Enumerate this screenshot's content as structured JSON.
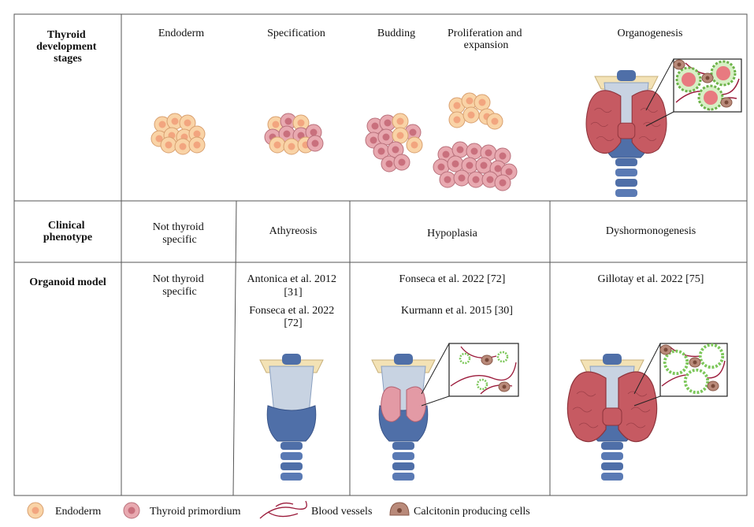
{
  "rows": {
    "stages": [
      "Thyroid",
      "development",
      "stages"
    ],
    "phenotype": [
      "Clinical",
      "phenotype"
    ],
    "organoid": [
      "Organoid model"
    ]
  },
  "stages": {
    "endoderm": "Endoderm",
    "specification": "Specification",
    "budding": "Budding",
    "proliferation": [
      "Proliferation and",
      "expansion"
    ],
    "organogenesis": "Organogenesis"
  },
  "phenotypes": {
    "not_specific": [
      "Not thyroid",
      "specific"
    ],
    "athyreosis": "Athyreosis",
    "hypoplasia": "Hypoplasia",
    "dyshormonogenesis": "Dyshormonogenesis"
  },
  "models": {
    "not_specific": [
      "Not thyroid",
      "specific"
    ],
    "antonica": [
      "Antonica et al. 2012",
      "[31]"
    ],
    "fonseca_col2": [
      "Fonseca et al. 2022",
      "[72]"
    ],
    "fonseca_col3": "Fonseca et al. 2022 [72]",
    "kurmann": "Kurmann et al. 2015 [30]",
    "gillotay": "Gillotay et al. 2022 [75]"
  },
  "legend": {
    "endoderm": "Endoderm",
    "primordium": "Thyroid primordium",
    "vessels": "Blood vessels",
    "calcitonin": "Calcitonin producing cells"
  },
  "colors": {
    "endoderm_fill": "#f9d3a6",
    "endoderm_nucleus": "#f2a57f",
    "primordium_fill": "#e8a9b0",
    "primordium_nucleus": "#c9707d",
    "thyroid_tissue": "#c65a62",
    "vessel": "#9b1b3b",
    "follicle_ring": "#8fd46f",
    "trachea": "#4f6fa8",
    "cartilage": "#c8d3e2",
    "calcitonin_cell": "#b98a7a"
  }
}
